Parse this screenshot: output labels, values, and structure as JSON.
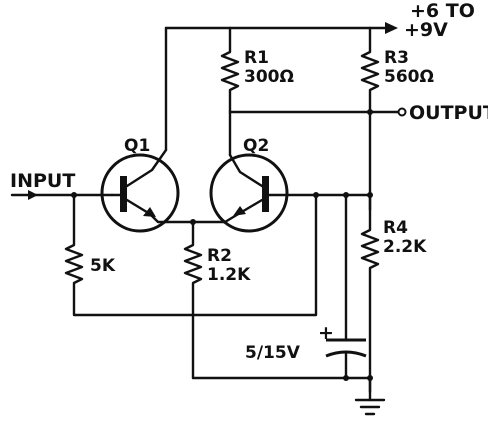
{
  "supply": {
    "line1": "+6 TO",
    "line2": "+9V"
  },
  "input_label": "INPUT",
  "output_label": "OUTPUT",
  "transistors": [
    {
      "ref": "Q1"
    },
    {
      "ref": "Q2"
    }
  ],
  "resistors": {
    "r1": {
      "ref": "R1",
      "value": "300Ω"
    },
    "r2": {
      "ref": "R2",
      "value": "1.2K"
    },
    "r3": {
      "ref": "R3",
      "value": "560Ω"
    },
    "r4": {
      "ref": "R4",
      "value": "2.2K"
    },
    "pot": {
      "value": "5K"
    }
  },
  "capacitor": {
    "value": "5/15V",
    "polarity": "+"
  },
  "colors": {
    "ink": "#111111",
    "paper": "#ffffff"
  }
}
